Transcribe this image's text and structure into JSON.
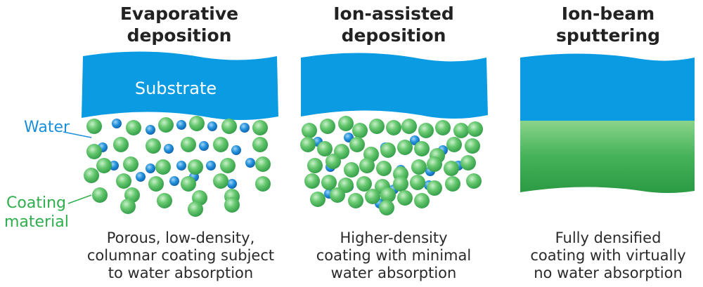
{
  "colors": {
    "substrate": "#0a9be3",
    "substrate_text": "#ffffff",
    "water": "#1b8fd9",
    "coating": "#5cc46a",
    "coating_label": "#2fae4d",
    "water_label": "#1b8fd9",
    "text": "#222222"
  },
  "labels": {
    "water": "Water",
    "coating": "Coating\nmaterial"
  },
  "panels": [
    {
      "title": "Evaporative\ndeposition",
      "substrate_label": "Substrate",
      "caption": "Porous, low-density,\ncolumnar coating subject\nto water absorption",
      "coating_style": "porous particles"
    },
    {
      "title": "Ion-assisted\ndeposition",
      "substrate_label": "",
      "caption": "Higher-density\ncoating with minimal\nwater absorption",
      "coating_style": "dense particles"
    },
    {
      "title": "Ion-beam\nsputtering",
      "substrate_label": "",
      "caption": "Fully densified\ncoating with virtually\nno water absorption",
      "coating_style": "continuous layer"
    }
  ]
}
